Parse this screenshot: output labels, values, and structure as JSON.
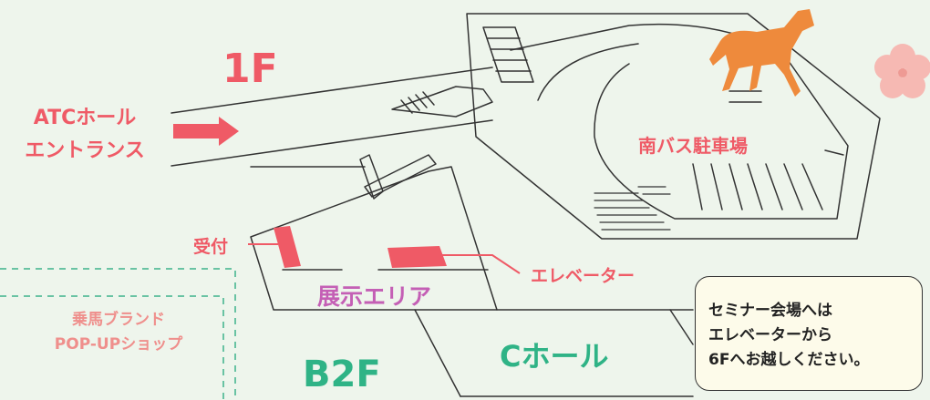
{
  "floor_1f": "1F",
  "entrance": {
    "line1": "ATCホール",
    "line2": "エントランス"
  },
  "parking": "南バス駐車場",
  "reception": "受付",
  "exhibit_area": "展示エリア",
  "elevator": "エレベーター",
  "popup_shop": {
    "line1": "乗馬ブランド",
    "line2": "POP-UPショップ"
  },
  "floor_b2f": "B2F",
  "c_hall": "Cホール",
  "notice": {
    "line1": "セミナー会場へは",
    "line2": "エレベーターから",
    "line3": "6Fへお越しください。"
  },
  "icons": [
    "horse-icon",
    "sakura-flower-icon",
    "arrow-right-icon"
  ],
  "colors": {
    "red_label": "#ef5a66",
    "green_label": "#2fb386",
    "purple_label": "#c45fb5",
    "horse": "#ee8a3c",
    "flower": "#f6b9b3",
    "dashed": "#69c3a3"
  }
}
